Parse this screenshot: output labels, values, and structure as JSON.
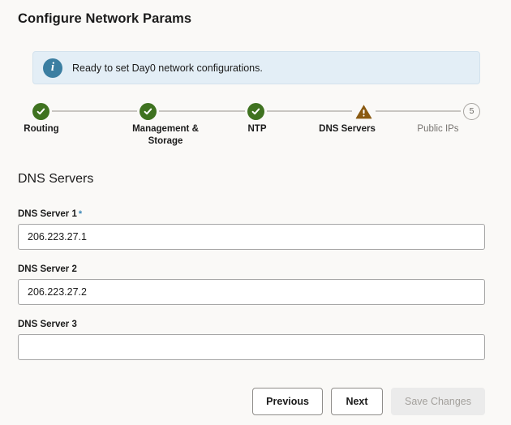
{
  "page": {
    "title": "Configure Network Params"
  },
  "banner": {
    "icon": "info-icon",
    "message": "Ready to set Day0 network configurations."
  },
  "stepper": {
    "steps": [
      {
        "label": "Routing",
        "state": "complete",
        "icon": "check-icon"
      },
      {
        "label": "Management & Storage",
        "state": "complete",
        "icon": "check-icon"
      },
      {
        "label": "NTP",
        "state": "complete",
        "icon": "check-icon"
      },
      {
        "label": "DNS Servers",
        "state": "warning",
        "icon": "warning-triangle-icon"
      },
      {
        "label": "Public IPs",
        "state": "upcoming",
        "number": "5"
      }
    ],
    "colors": {
      "complete": "#3f7220",
      "warning": "#8a5a11",
      "upcoming": "#6d6a66",
      "connector": "#c9c6c2"
    }
  },
  "form": {
    "heading": "DNS Servers",
    "fields": [
      {
        "label": "DNS Server 1",
        "required": true,
        "required_marker": "*",
        "value": "206.223.27.1",
        "placeholder": ""
      },
      {
        "label": "DNS Server 2",
        "required": false,
        "required_marker": "",
        "value": "206.223.27.2",
        "placeholder": ""
      },
      {
        "label": "DNS Server 3",
        "required": false,
        "required_marker": "",
        "value": "",
        "placeholder": ""
      }
    ]
  },
  "footer": {
    "previous_label": "Previous",
    "next_label": "Next",
    "save_label": "Save Changes",
    "save_disabled": true
  }
}
